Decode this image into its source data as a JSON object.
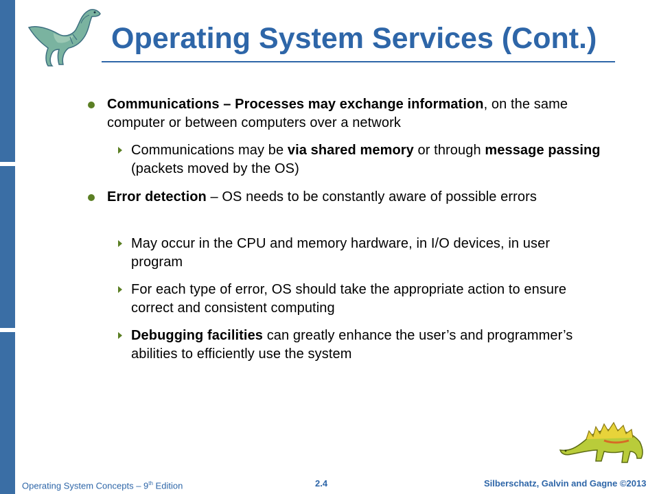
{
  "slide": {
    "title": "Operating System Services (Cont.)"
  },
  "bullets": [
    {
      "level": 1,
      "segments": [
        {
          "text": "Communications – Processes may exchange information",
          "bold": true
        },
        {
          "text": ", on the same computer or between computers over a network",
          "bold": false
        }
      ]
    },
    {
      "level": 2,
      "segments": [
        {
          "text": "Communications may be ",
          "bold": false
        },
        {
          "text": "via shared memory",
          "bold": true
        },
        {
          "text": " or through ",
          "bold": false
        },
        {
          "text": "message passing",
          "bold": true
        },
        {
          "text": " (packets moved by the OS)",
          "bold": false
        }
      ]
    },
    {
      "level": 1,
      "segments": [
        {
          "text": "Error detection",
          "bold": true
        },
        {
          "text": " – OS needs to be constantly aware of possible errors",
          "bold": false
        }
      ]
    },
    {
      "level": 2,
      "segments": [
        {
          "text": "May occur in the CPU and memory hardware, in I/O devices, in user program",
          "bold": false
        }
      ]
    },
    {
      "level": 2,
      "segments": [
        {
          "text": "For each type of error, OS should take the appropriate action to ensure correct and consistent computing",
          "bold": false
        }
      ]
    },
    {
      "level": 2,
      "segments": [
        {
          "text": "Debugging facilities",
          "bold": true
        },
        {
          "text": " can greatly enhance the user’s and programmer’s abilities to efficiently use the system",
          "bold": false
        }
      ]
    }
  ],
  "footer": {
    "book_title_prefix": "Operating System Concepts – 9",
    "book_title_sup": "th",
    "book_title_suffix": " Edition",
    "page_number": "2.4",
    "copyright": "Silberschatz, Galvin and Gagne ©2013"
  },
  "colors": {
    "accent": "#2e66a8",
    "bullet": "#5b7f24",
    "sidebar": "#3a6ea5"
  },
  "icons": {
    "top_left": "dinosaur-icon",
    "bottom_right": "stegosaurus-icon"
  }
}
